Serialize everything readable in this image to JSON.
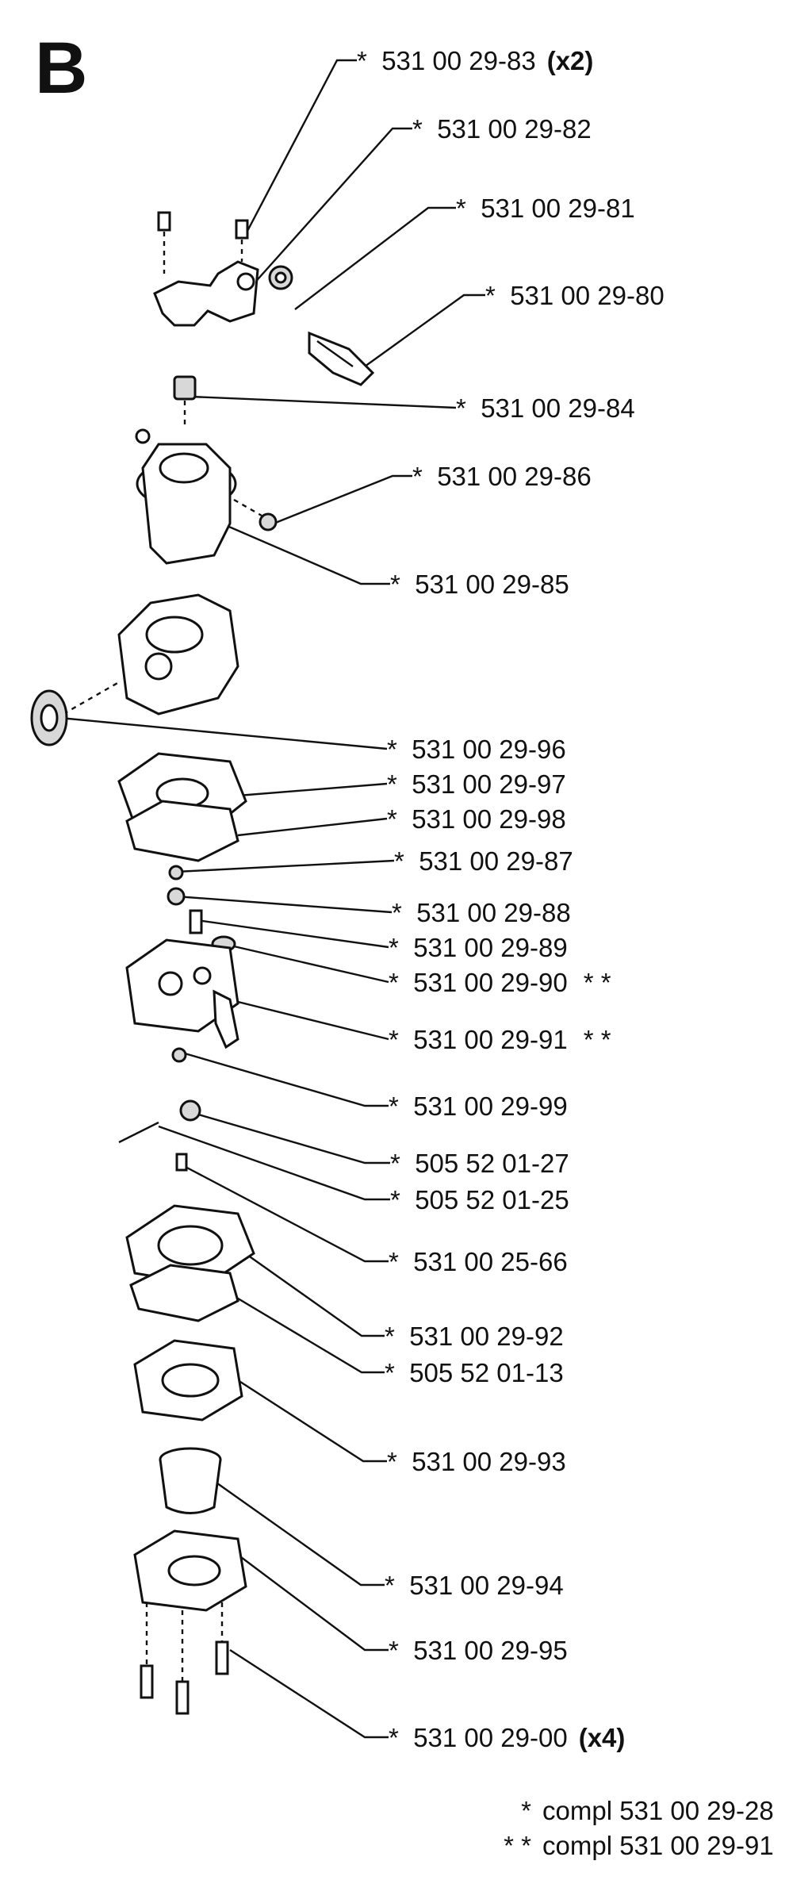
{
  "section": "B",
  "callouts": [
    {
      "id": "p1",
      "star": "*",
      "part": "531 00 29-83",
      "qty": "(x2)",
      "ext": ""
    },
    {
      "id": "p2",
      "star": "*",
      "part": "531 00 29-82",
      "qty": "",
      "ext": ""
    },
    {
      "id": "p3",
      "star": "*",
      "part": "531 00 29-81",
      "qty": "",
      "ext": ""
    },
    {
      "id": "p4",
      "star": "*",
      "part": "531 00 29-80",
      "qty": "",
      "ext": ""
    },
    {
      "id": "p5",
      "star": "*",
      "part": "531 00 29-84",
      "qty": "",
      "ext": ""
    },
    {
      "id": "p6",
      "star": "*",
      "part": "531 00 29-86",
      "qty": "",
      "ext": ""
    },
    {
      "id": "p7",
      "star": "*",
      "part": "531 00 29-85",
      "qty": "",
      "ext": ""
    },
    {
      "id": "p8",
      "star": "*",
      "part": "531 00 29-96",
      "qty": "",
      "ext": ""
    },
    {
      "id": "p9",
      "star": "*",
      "part": "531 00 29-97",
      "qty": "",
      "ext": ""
    },
    {
      "id": "p10",
      "star": "*",
      "part": "531 00 29-98",
      "qty": "",
      "ext": ""
    },
    {
      "id": "p11",
      "star": "*",
      "part": "531 00 29-87",
      "qty": "",
      "ext": ""
    },
    {
      "id": "p12",
      "star": "*",
      "part": "531 00 29-88",
      "qty": "",
      "ext": ""
    },
    {
      "id": "p13",
      "star": "*",
      "part": "531 00 29-89",
      "qty": "",
      "ext": ""
    },
    {
      "id": "p14",
      "star": "*",
      "part": "531 00 29-90",
      "qty": "",
      "ext": "* *"
    },
    {
      "id": "p15",
      "star": "*",
      "part": "531 00 29-91",
      "qty": "",
      "ext": "* *"
    },
    {
      "id": "p16",
      "star": "*",
      "part": "531 00 29-99",
      "qty": "",
      "ext": ""
    },
    {
      "id": "p17",
      "star": "*",
      "part": "505 52 01-27",
      "qty": "",
      "ext": ""
    },
    {
      "id": "p18",
      "star": "*",
      "part": "505 52 01-25",
      "qty": "",
      "ext": ""
    },
    {
      "id": "p19",
      "star": "*",
      "part": "531 00 25-66",
      "qty": "",
      "ext": ""
    },
    {
      "id": "p20",
      "star": "*",
      "part": "531 00 29-92",
      "qty": "",
      "ext": ""
    },
    {
      "id": "p21",
      "star": "*",
      "part": "505 52 01-13",
      "qty": "",
      "ext": ""
    },
    {
      "id": "p22",
      "star": "*",
      "part": "531 00 29-93",
      "qty": "",
      "ext": ""
    },
    {
      "id": "p23",
      "star": "*",
      "part": "531 00 29-94",
      "qty": "",
      "ext": ""
    },
    {
      "id": "p24",
      "star": "*",
      "part": "531 00 29-95",
      "qty": "",
      "ext": ""
    },
    {
      "id": "p25",
      "star": "*",
      "part": "531 00 29-00",
      "qty": "(x4)",
      "ext": ""
    }
  ],
  "legend": [
    {
      "marker": "*",
      "text": "compl 531 00 29-28"
    },
    {
      "marker": "* *",
      "text": "compl 531 00 29-91"
    }
  ]
}
